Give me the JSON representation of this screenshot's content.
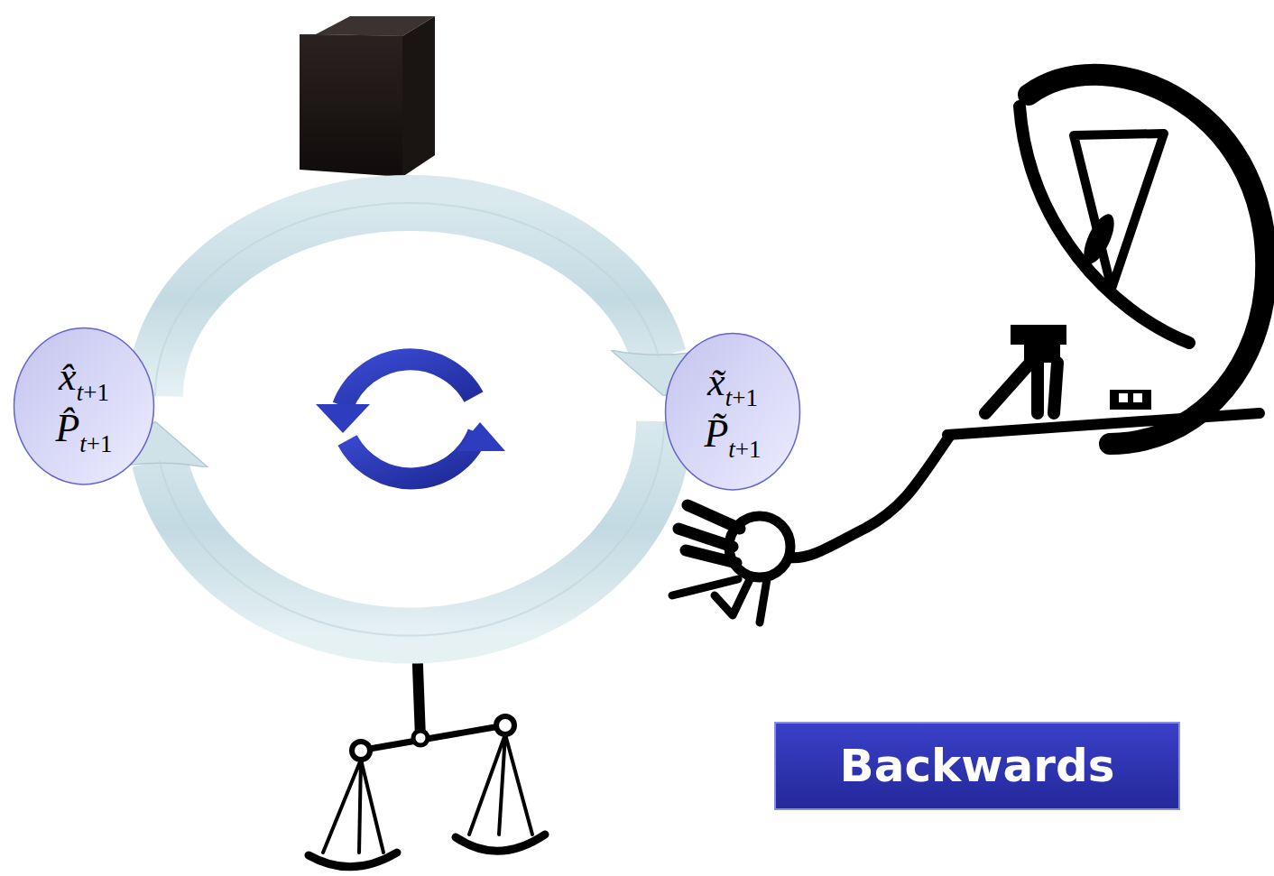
{
  "diagram": {
    "nodes": [
      {
        "text": [
          "x̂t+1",
          "P̂t+1"
        ]
      },
      {
        "text": [
          "x̃t+1",
          "P̃t+1"
        ]
      },
      {
        "text": [
          "Backwards"
        ]
      }
    ],
    "edges": [
      {
        "from": 0,
        "to": 1,
        "arrow": "to"
      },
      {
        "from": 1,
        "to": 0,
        "arrow": "to"
      }
    ]
  }
}
